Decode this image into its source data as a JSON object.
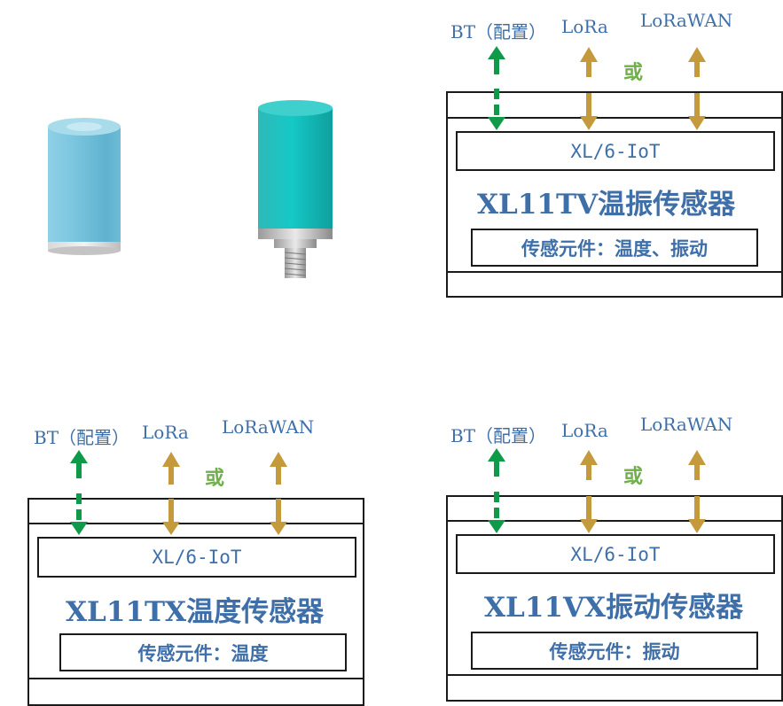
{
  "colors": {
    "text_blue": "#3f6fa8",
    "bt_arrow_green": "#0f9a4a",
    "lora_arrow_gold": "#c59a3d",
    "or_green": "#6fb04a",
    "border": "#1a1a1a",
    "sensor_small": "#7ec8e0",
    "sensor_large": "#1fb5b5"
  },
  "sensors": [
    {
      "name": "sensor-small-cylinder"
    },
    {
      "name": "sensor-large-threaded"
    }
  ],
  "panels": {
    "tv": {
      "bt_label": "BT（配置）",
      "lora_label": "LoRa",
      "lorawan_label": "LoRaWAN",
      "or_label": "或",
      "module_label": "XL/6-IoT",
      "title": "XL11TV温振传感器",
      "component_label": "传感元件：温度、振动"
    },
    "tx": {
      "bt_label": "BT（配置）",
      "lora_label": "LoRa",
      "lorawan_label": "LoRaWAN",
      "or_label": "或",
      "module_label": "XL/6-IoT",
      "title": "XL11TX温度传感器",
      "component_label": "传感元件：温度"
    },
    "vx": {
      "bt_label": "BT（配置）",
      "lora_label": "LoRa",
      "lorawan_label": "LoRaWAN",
      "or_label": "或",
      "module_label": "XL/6-IoT",
      "title": "XL11VX振动传感器",
      "component_label": "传感元件：振动"
    }
  }
}
